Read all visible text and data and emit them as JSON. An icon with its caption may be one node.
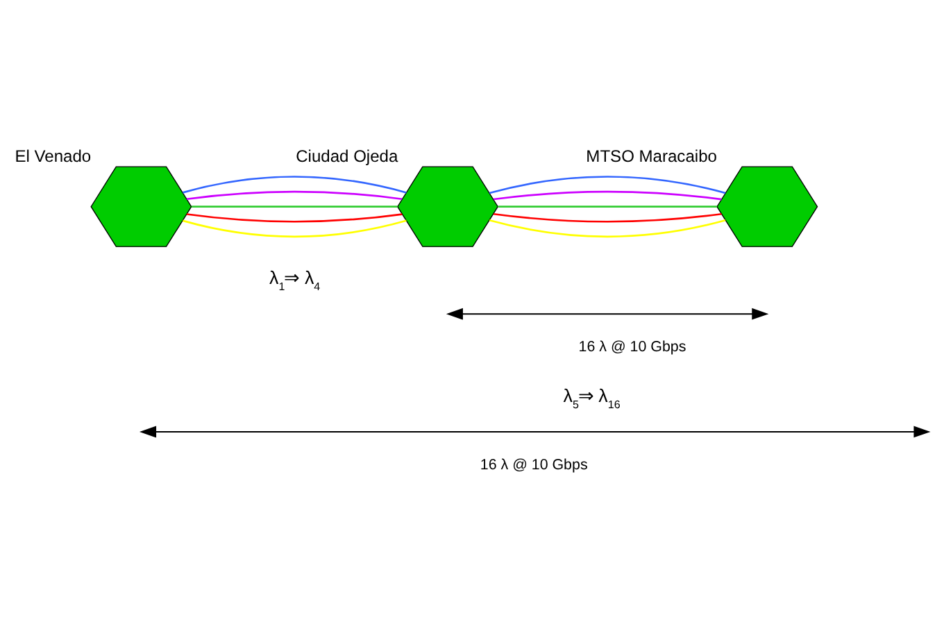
{
  "diagram": {
    "nodes": [
      {
        "text": [
          "El Venado"
        ]
      },
      {
        "text": [
          "Ciudad Ojeda"
        ]
      },
      {
        "text": [
          "MTSO Maracaibo"
        ]
      }
    ],
    "edges": [
      {
        "from": 0,
        "to": 1,
        "arrow": "none",
        "color": "#ffff00"
      },
      {
        "from": 0,
        "to": 1,
        "arrow": "none",
        "color": "#ff0000"
      },
      {
        "from": 0,
        "to": 1,
        "arrow": "none",
        "color": "#33cc33"
      },
      {
        "from": 0,
        "to": 1,
        "arrow": "none",
        "color": "#cc00ff"
      },
      {
        "from": 0,
        "to": 1,
        "arrow": "none",
        "color": "#3366ff"
      },
      {
        "from": 1,
        "to": 2,
        "arrow": "none",
        "color": "#ffff00"
      },
      {
        "from": 1,
        "to": 2,
        "arrow": "none",
        "color": "#ff0000"
      },
      {
        "from": 1,
        "to": 2,
        "arrow": "none",
        "color": "#33cc33"
      },
      {
        "from": 1,
        "to": 2,
        "arrow": "none",
        "color": "#cc00ff"
      },
      {
        "from": 1,
        "to": 2,
        "arrow": "none",
        "color": "#3366ff"
      }
    ],
    "labels": [
      "λ$_{1}$⇒ λ$_{4}$",
      "16 λ @ 10 Gbps",
      "λ$_{5}$⇒ λ$_{16}$",
      "16 λ @ 10 Gbps"
    ]
  }
}
